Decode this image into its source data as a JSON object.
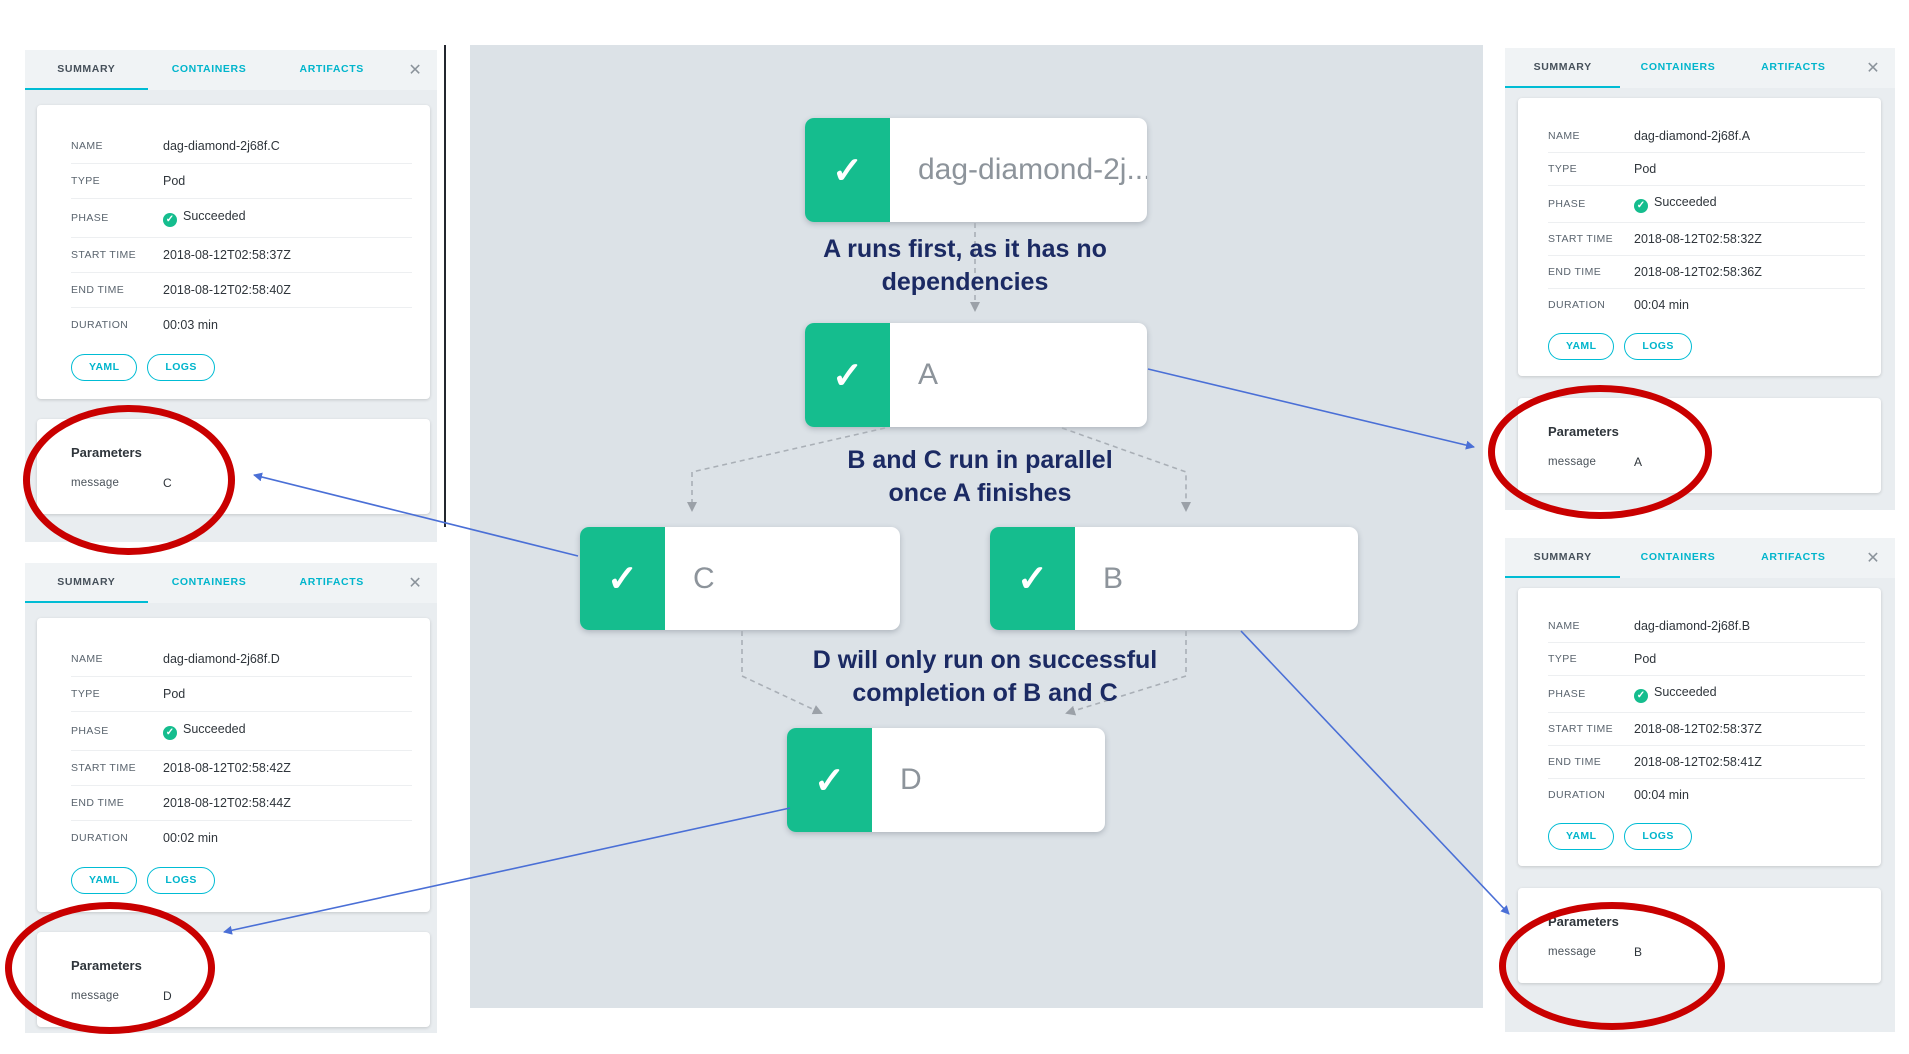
{
  "colors": {
    "node_success_green": "#15bd8e",
    "tab_teal": "#00bcd4",
    "annotation_navy": "#1b2a63",
    "highlight_red": "#c90000",
    "arrow_blue": "#4a6fd6",
    "graph_background": "#dce2e7"
  },
  "icons": {
    "check": "✓",
    "close": "✕"
  },
  "tabs": {
    "summary": "SUMMARY",
    "containers": "CONTAINERS",
    "artifacts": "ARTIFACTS"
  },
  "actions": {
    "yaml": "YAML",
    "logs": "LOGS"
  },
  "field_labels": {
    "name": "NAME",
    "type": "TYPE",
    "phase": "PHASE",
    "start_time": "START TIME",
    "end_time": "END TIME",
    "duration": "DURATION"
  },
  "panels": {
    "c": {
      "name": "dag-diamond-2j68f.C",
      "type": "Pod",
      "phase": "Succeeded",
      "start_time": "2018-08-12T02:58:37Z",
      "end_time": "2018-08-12T02:58:40Z",
      "duration": "00:03 min",
      "parameters_title": "Parameters",
      "param_name": "message",
      "param_value": "C"
    },
    "d": {
      "name": "dag-diamond-2j68f.D",
      "type": "Pod",
      "phase": "Succeeded",
      "start_time": "2018-08-12T02:58:42Z",
      "end_time": "2018-08-12T02:58:44Z",
      "duration": "00:02 min",
      "parameters_title": "Parameters",
      "param_name": "message",
      "param_value": "D"
    },
    "a": {
      "name": "dag-diamond-2j68f.A",
      "type": "Pod",
      "phase": "Succeeded",
      "start_time": "2018-08-12T02:58:32Z",
      "end_time": "2018-08-12T02:58:36Z",
      "duration": "00:04 min",
      "parameters_title": "Parameters",
      "param_name": "message",
      "param_value": "A"
    },
    "b": {
      "name": "dag-diamond-2j68f.B",
      "type": "Pod",
      "phase": "Succeeded",
      "start_time": "2018-08-12T02:58:37Z",
      "end_time": "2018-08-12T02:58:41Z",
      "duration": "00:04 min",
      "parameters_title": "Parameters",
      "param_name": "message",
      "param_value": "B"
    }
  },
  "graph": {
    "nodes": {
      "root": {
        "label": "dag-diamond-2j..."
      },
      "a": {
        "label": "A"
      },
      "b": {
        "label": "B"
      },
      "c": {
        "label": "C"
      },
      "d": {
        "label": "D"
      }
    },
    "annotations": {
      "a_first": {
        "line1": "A runs first, as it has no",
        "line2": "dependencies"
      },
      "parallel": {
        "line1": "B and C run in parallel",
        "line2": "once A finishes"
      },
      "d_last": {
        "line1": "D will only run on successful",
        "line2": "completion of B and C"
      }
    }
  }
}
